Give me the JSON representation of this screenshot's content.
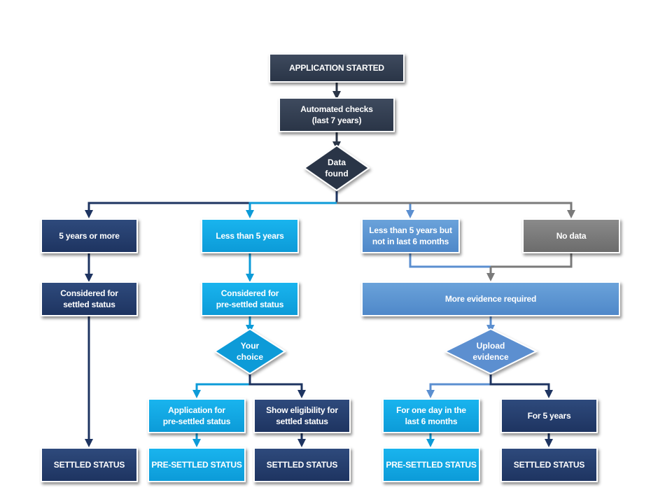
{
  "diagram": {
    "nodes": {
      "application_started": "APPLICATION STARTED",
      "automated_checks": "Automated checks\n(last 7 years)",
      "data_found": "Data\nfound",
      "five_years_or_more": "5 years or more",
      "less_than_five_years": "Less than 5 years",
      "less_than_five_not_last_six": "Less than 5 years but\nnot in last 6 months",
      "no_data": "No data",
      "considered_settled": "Considered for\nsettled status",
      "considered_pre_settled": "Considered for\npre-settled status",
      "more_evidence_required": "More evidence required",
      "your_choice": "Your\nchoice",
      "upload_evidence": "Upload\nevidence",
      "application_pre_settled": "Application for\npre-settled status",
      "show_eligibility_settled": "Show eligibility  for\nsettled status",
      "one_day_last_six": "For one day in the\nlast 6 months",
      "for_five_years": "For 5 years",
      "result_settled_left": "SETTLED STATUS",
      "result_pre_settled_a": "PRE-SETTLED STATUS",
      "result_settled_mid": "SETTLED STATUS",
      "result_pre_settled_b": "PRE-SETTLED STATUS",
      "result_settled_right": "SETTLED STATUS"
    },
    "colors": {
      "navy": "#1e3461",
      "slate": "#2a3547",
      "cyan": "#0c9bd8",
      "mid_blue": "#4f88c9",
      "gray": "#6c6c6c"
    }
  }
}
